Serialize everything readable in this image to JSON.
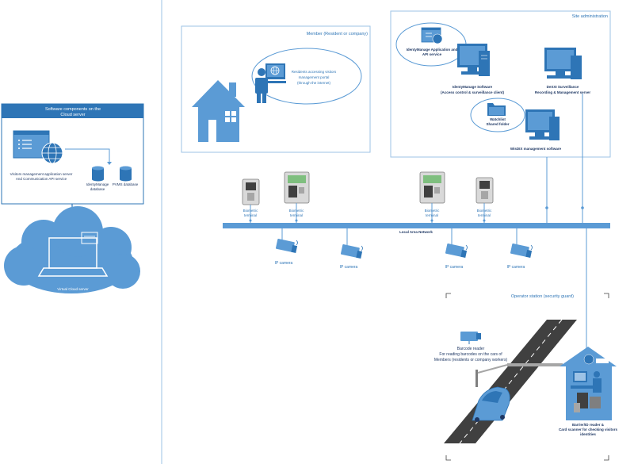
{
  "cloud_panel": {
    "title_line1": "Software components on the",
    "title_line2": "Cloud server",
    "app_line1": "Visitors management application server",
    "app_line2": "And Communication API service",
    "db1_line1": "IdentyManage",
    "db1_line2": "database",
    "db2": "PVMS database",
    "vm_label": "Virtual Cloud server"
  },
  "member_box": {
    "title": "Member (Resident or company)",
    "portal_line1": "Residents accessing visitors",
    "portal_line2": "management portal",
    "portal_line3": "(through the internet)"
  },
  "site_box": {
    "title": "Site administration",
    "api_line1": "IdentyManage Application and",
    "api_line2": "API service",
    "software_line1": "IdentyManage Software",
    "software_line2": "(Access control & surveillance client)",
    "surv_line1": "DeXXI Surveillance",
    "surv_line2": "Recording & Management server",
    "shared_line1": "Watchlist",
    "shared_line2": "Shared folder",
    "mgmt": "WisDIX management software"
  },
  "terminals": [
    {
      "line1": "Biometric",
      "line2": "terminal"
    },
    {
      "line1": "Biometric",
      "line2": "terminal"
    },
    {
      "line1": "Biometric",
      "line2": "terminal"
    },
    {
      "line1": "Biometric",
      "line2": "terminal"
    }
  ],
  "lan_label": "Local Area Network",
  "cameras": [
    "IP camera",
    "IP camera",
    "IP camera",
    "IP camera"
  ],
  "operator": {
    "title": "Operator station (security guard)",
    "barcode_line1": "Barcode reader",
    "barcode_line2": "For reading barcodes on the cars of",
    "barcode_line3": "Members (residents or company workers)",
    "kiosk_line1": "Barrier/ID reader &",
    "kiosk_line2": "Card scanner for checking visitors",
    "kiosk_line3": "identities"
  },
  "colors": {
    "blue": "#5b9bd5",
    "dark_blue": "#2e75b6",
    "title_bar": "#2e75b6",
    "line": "#41719c",
    "road": "#404040"
  }
}
